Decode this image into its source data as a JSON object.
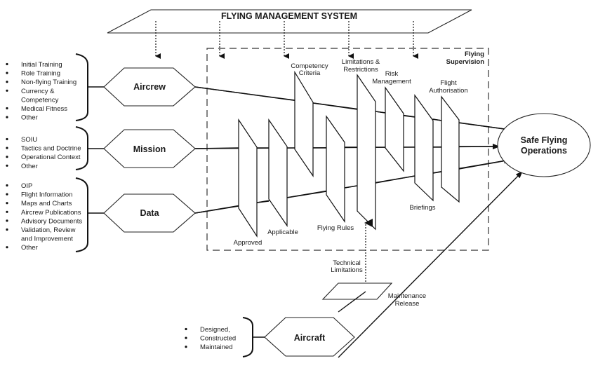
{
  "title": "FLYING MANAGEMENT SYSTEM",
  "supervision_label": [
    "Flying",
    "Supervision"
  ],
  "inputs": [
    {
      "name": "Aircrew",
      "items": [
        "Initial Training",
        "Role Training",
        "Non-flying Training",
        "Currency &",
        "Competency",
        "Medical Fitness",
        "Other"
      ],
      "bullets": [
        true,
        true,
        true,
        true,
        false,
        true,
        true
      ]
    },
    {
      "name": "Mission",
      "items": [
        "SOIU",
        "Tactics and Doctrine",
        "Operational Context",
        "Other"
      ],
      "bullets": [
        true,
        true,
        true,
        true
      ]
    },
    {
      "name": "Data",
      "items": [
        "OIP",
        "Flight Information",
        "Maps and Charts",
        "Aircrew Publications",
        "Advisory Documents",
        "Validation, Review",
        "and Improvement",
        "Other"
      ],
      "bullets": [
        true,
        true,
        true,
        true,
        true,
        true,
        false,
        true
      ]
    }
  ],
  "aircraft": {
    "name": "Aircraft",
    "items": [
      "Designed,",
      "Constructed",
      "Maintained"
    ]
  },
  "filters": [
    {
      "key": "approved",
      "label": [
        "Approved"
      ]
    },
    {
      "key": "applicable",
      "label": [
        "Applicable"
      ]
    },
    {
      "key": "competency",
      "label": [
        "Competency",
        "Criteria"
      ]
    },
    {
      "key": "flying_rules",
      "label": [
        "Flying Rules"
      ]
    },
    {
      "key": "limitations",
      "label": [
        "Limitations &",
        "Restrictions"
      ]
    },
    {
      "key": "risk",
      "label": [
        "Risk",
        "Management"
      ]
    },
    {
      "key": "briefings",
      "label": [
        "Briefings"
      ]
    },
    {
      "key": "authorisation",
      "label": [
        "Flight",
        "Authorisation"
      ]
    }
  ],
  "technical_limitations": [
    "Technical",
    "Limitations"
  ],
  "maintenance_release": [
    "Maintenance",
    "Release"
  ],
  "outcome": [
    "Safe Flying",
    "Operations"
  ]
}
